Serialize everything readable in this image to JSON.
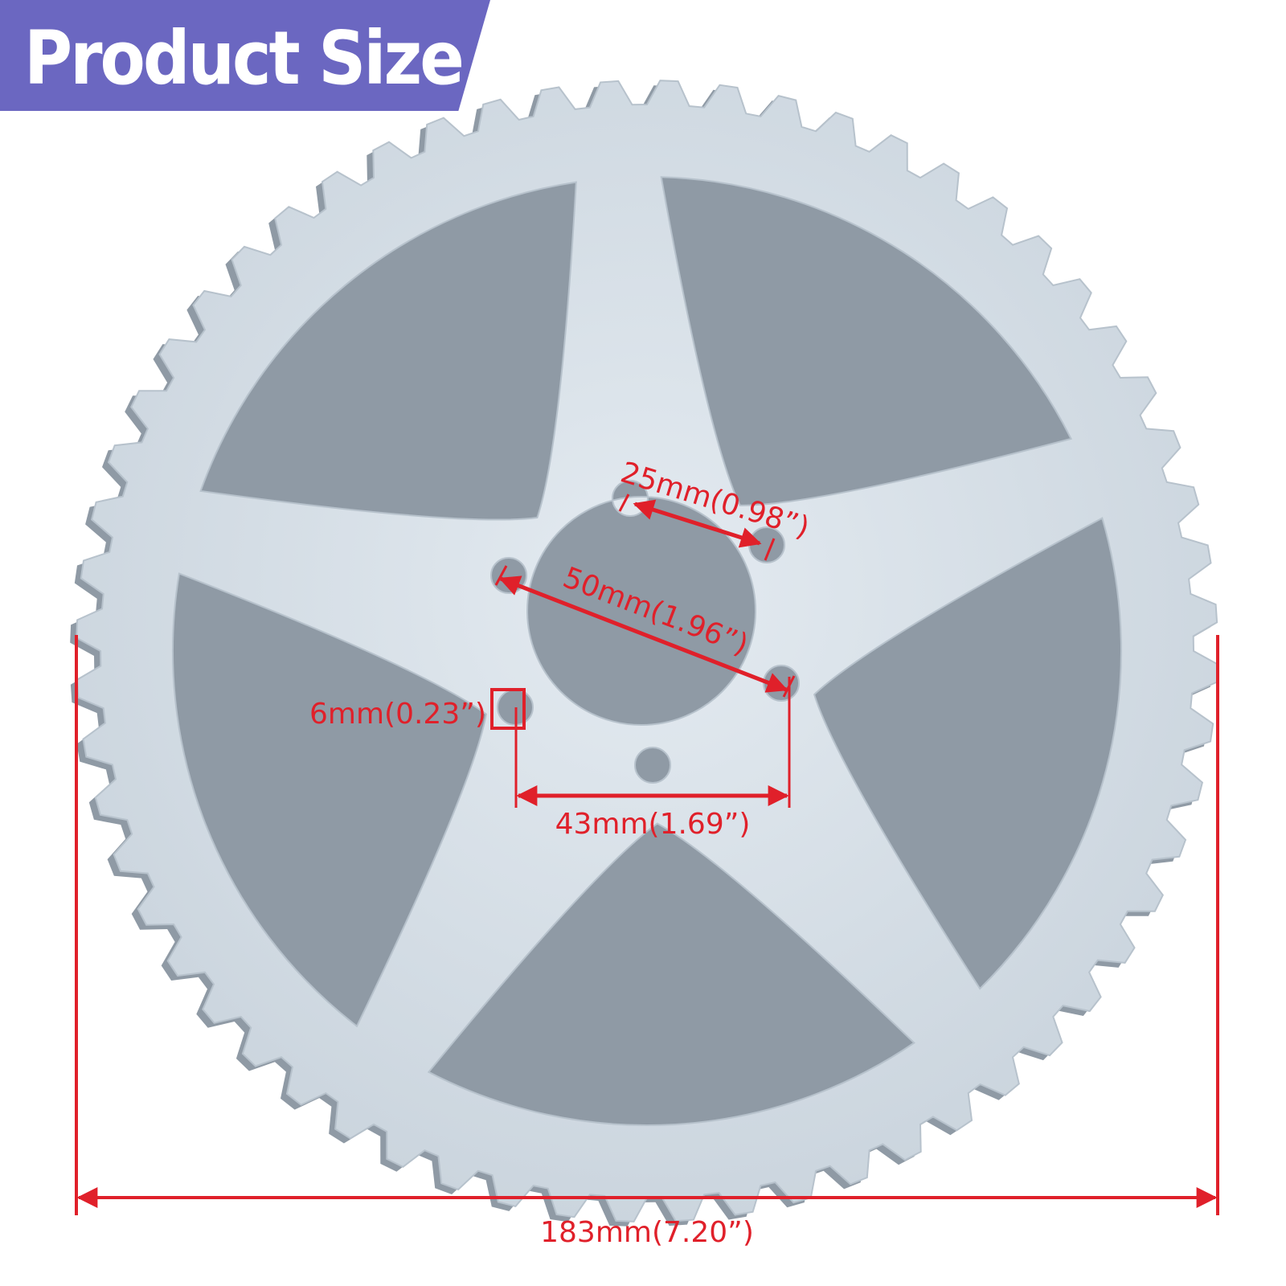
{
  "banner": {
    "title": "Product Size",
    "color": "#6b67c1"
  },
  "sprocket": {
    "body_color": "#d6dfe7",
    "edge_color": "#8f9aa5",
    "spokes": 5
  },
  "dimensions": {
    "color": "#e0202a",
    "hole_spacing": "25mm(0.98”)",
    "bolt_circle": "50mm(1.96”)",
    "hole_diameter": "6mm(0.23”)",
    "hole_offset": "43mm(1.69”)",
    "outer_diameter": "183mm(7.20”)"
  }
}
